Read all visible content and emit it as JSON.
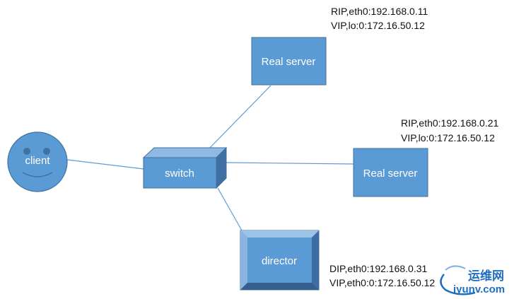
{
  "nodes": {
    "client": {
      "label": "client"
    },
    "switch": {
      "label": "switch"
    },
    "real_server_1": {
      "label": "Real server",
      "rip": "RIP,eth0:192.168.0.11",
      "vip": "VIP,lo:0:172.16.50.12"
    },
    "real_server_2": {
      "label": "Real server",
      "rip": "RIP,eth0:192.168.0.21",
      "vip": "VIP,lo:0:172.16.50.12"
    },
    "director": {
      "label": "director",
      "dip": "DIP,eth0:192.168.0.31",
      "vip": "VIP,eth0:0:172.16.50.12"
    }
  },
  "edges": [
    {
      "from": "client",
      "to": "switch"
    },
    {
      "from": "switch",
      "to": "real_server_1"
    },
    {
      "from": "switch",
      "to": "real_server_2"
    },
    {
      "from": "switch",
      "to": "director"
    }
  ],
  "watermark": {
    "cn": "运维网",
    "en": "iyunv.com"
  },
  "colors": {
    "node_fill": "#5b9bd5",
    "node_stroke": "#41719c",
    "edge": "#5b9bd5",
    "switch_top": "#8fb8e2",
    "switch_side": "#3f6fa3",
    "director_light": "#9cc2e8",
    "director_dark": "#3d6ea3"
  }
}
